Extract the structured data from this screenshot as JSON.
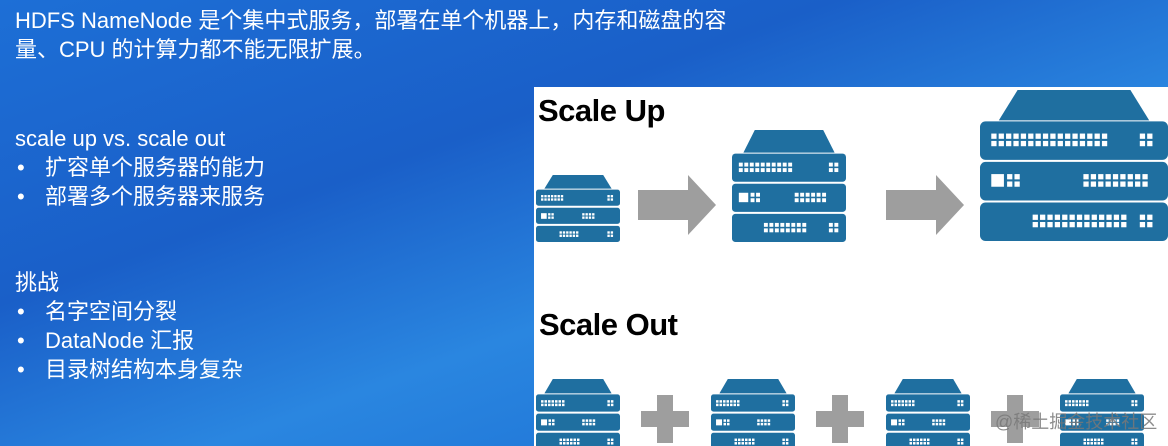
{
  "intro": "HDFS NameNode 是个集中式服务，部署在单个机器上，内存和磁盘的容量、CPU 的计算力都不能无限扩展。",
  "section1": {
    "title": "scale up vs. scale out",
    "items": [
      "扩容单个服务器的能力",
      "部署多个服务器来服务"
    ]
  },
  "section2": {
    "title": "挑战",
    "items": [
      "名字空间分裂",
      "DataNode 汇报",
      "目录树结构本身复杂"
    ]
  },
  "figure": {
    "scale_up_label": "Scale Up",
    "scale_out_label": "Scale Out",
    "server_color": "#1f6fa0",
    "arrow_color": "#9e9e9e"
  },
  "watermark": "@稀土掘金技术社区"
}
